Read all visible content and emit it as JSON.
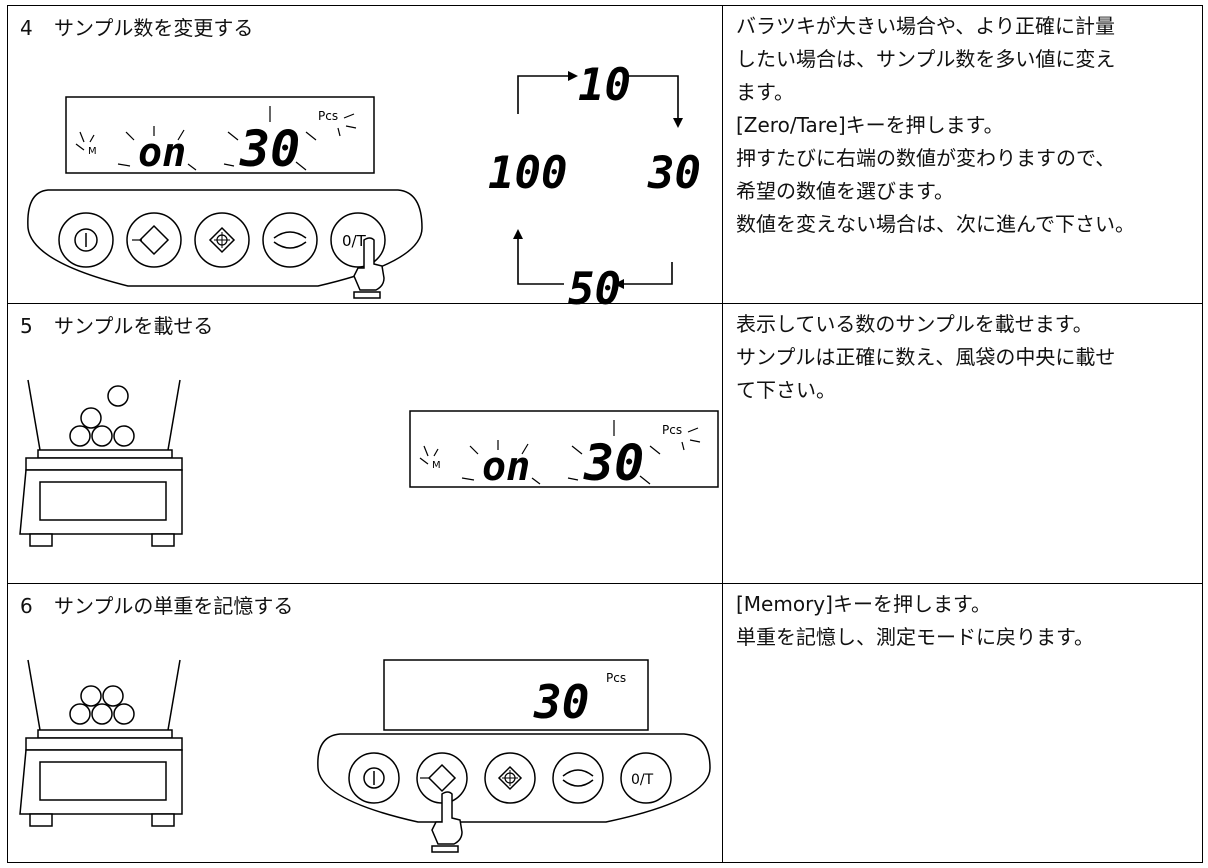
{
  "steps": [
    {
      "number": "4",
      "title": "サンプル数を変更する",
      "display": {
        "mode": "on",
        "count": "30",
        "unit": "Pcs",
        "memory_mark": "M"
      },
      "keys": [
        "power",
        "memory",
        "sample",
        "mode",
        "zero_tare"
      ],
      "zero_tare_label": "0/T",
      "cycle": [
        "10",
        "30",
        "50",
        "100"
      ],
      "description": [
        "バラツキが大きい場合や、より正確に計量",
        "したい場合は、サンプル数を多い値に変え",
        "ます。",
        "[Zero/Tare]キーを押します。",
        "押すたびに右端の数値が変わりますので、",
        "希望の数値を選びます。",
        "数値を変えない場合は、次に進んで下さい。"
      ]
    },
    {
      "number": "5",
      "title": "サンプルを載せる",
      "display": {
        "mode": "on",
        "count": "30",
        "unit": "Pcs",
        "memory_mark": "M"
      },
      "description": [
        "表示している数のサンプルを載せます。",
        "サンプルは正確に数え、風袋の中央に載せ",
        "て下さい。"
      ]
    },
    {
      "number": "6",
      "title": "サンプルの単重を記憶する",
      "display": {
        "count": "30",
        "unit": "Pcs"
      },
      "zero_tare_label": "0/T",
      "description": [
        "[Memory]キーを押します。",
        "単重を記憶し、測定モードに戻ります。"
      ]
    }
  ],
  "colors": {
    "line": "#000000",
    "background": "#ffffff"
  }
}
